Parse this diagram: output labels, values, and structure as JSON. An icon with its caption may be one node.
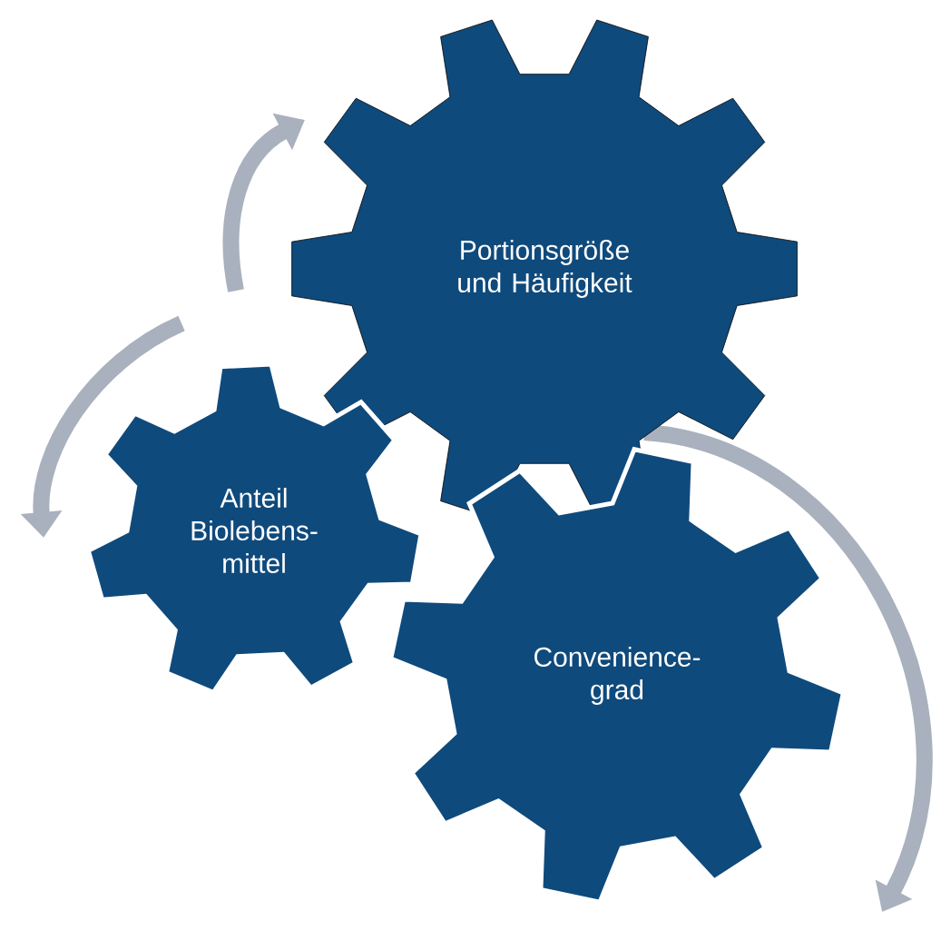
{
  "diagram": {
    "nodes": [
      {
        "text": [
          "Portionsgröße und Häufigkeit"
        ]
      },
      {
        "text": [
          "Anteil Biolebens-mittel"
        ]
      },
      {
        "text": [
          "Convenience-grad"
        ]
      }
    ]
  }
}
